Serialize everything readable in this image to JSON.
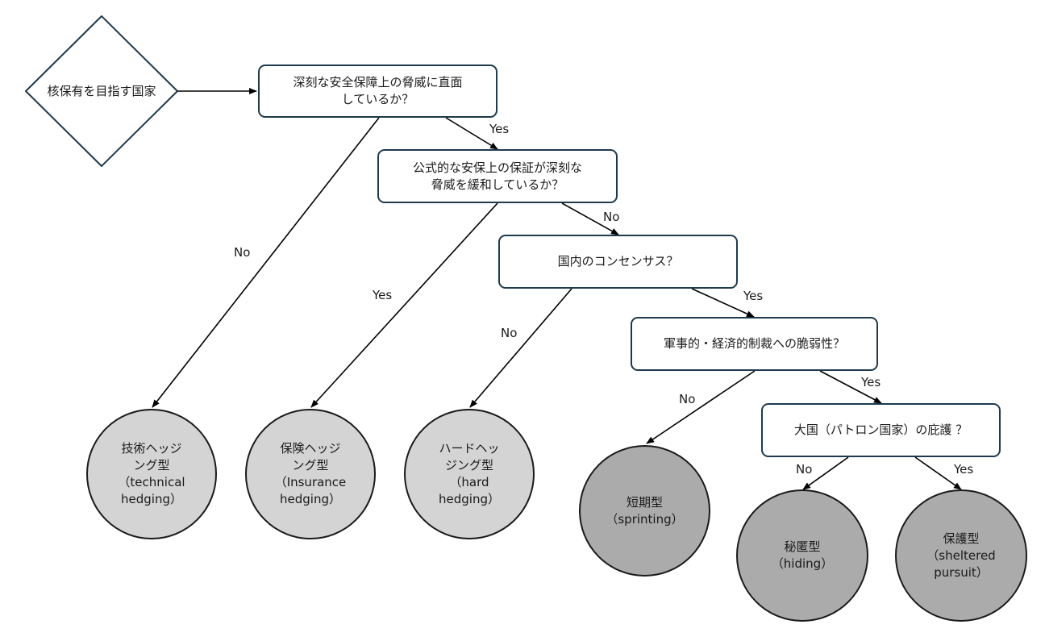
{
  "colors": {
    "decision_border": "#1f3a4d",
    "line": "#000000",
    "outcome_light": "#d4d4d4",
    "outcome_dark": "#ababab"
  },
  "start": {
    "label": "核保有を目指す国家"
  },
  "questions": {
    "q1": "深刻な安全保障上の脅威に直面\nしているか？",
    "q2": "公式的な安保上の保証が深刻な\n脅威を緩和しているか？",
    "q3": "国内のコンセンサス？",
    "q4": "軍事的・経済的制裁への脆弱性？",
    "q5": "大国（パトロン国家）の庇護 ？"
  },
  "outcomes": {
    "technical": "技術ヘッジ\nング型\n（technical\nhedging）",
    "insurance": "保険ヘッジ\nング型\n（Insurance\nhedging）",
    "hard": "ハードヘッ\nジング型\n（hard\nhedging）",
    "sprinting": "短期型\n（sprinting）",
    "hiding": "秘匿型\n（hiding）",
    "sheltered": "保護型\n（sheltered\npursuit）"
  },
  "edge_labels": {
    "yes": "Yes",
    "no": "No"
  }
}
